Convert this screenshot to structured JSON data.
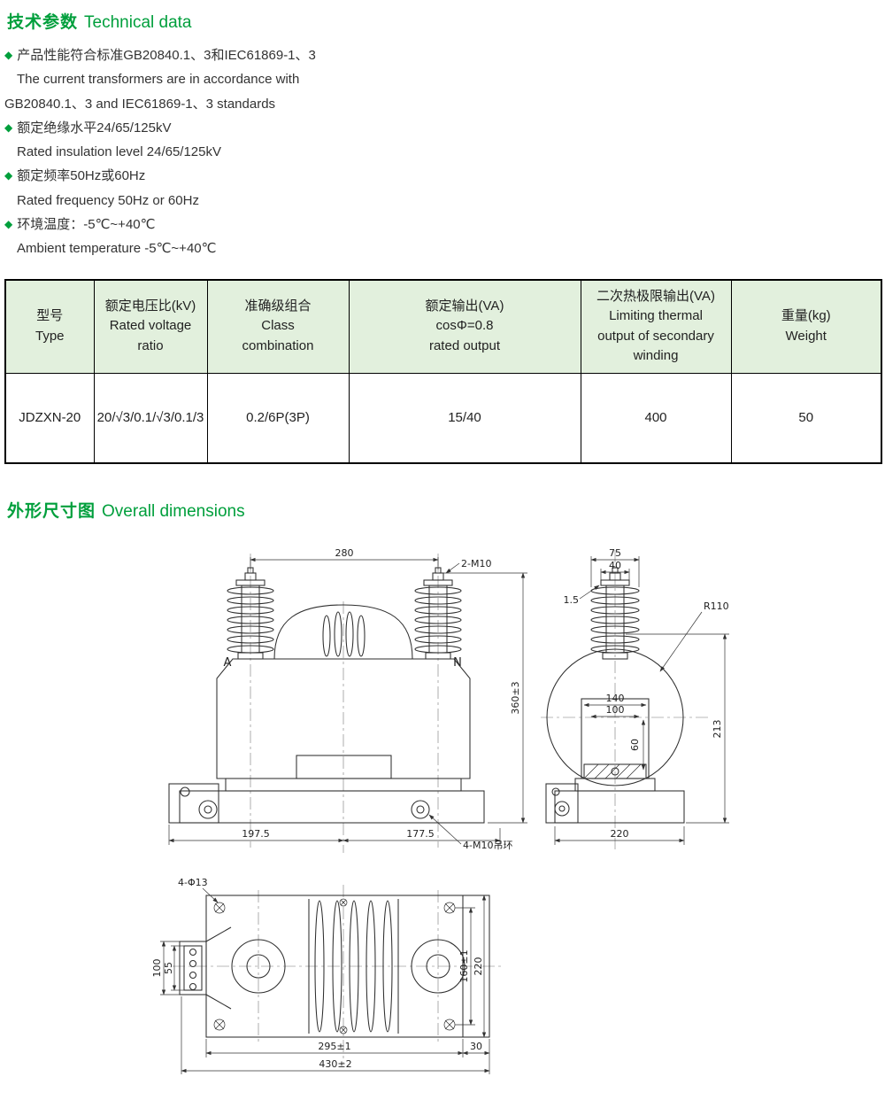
{
  "bullet_glyph": "◆",
  "sections": {
    "tech": {
      "zh": "技术参数",
      "en": "Technical data"
    },
    "dims": {
      "zh": "外形尺寸图",
      "en": "Overall dimensions"
    }
  },
  "specs": [
    {
      "style": "bullet",
      "text": "产品性能符合标准GB20840.1、3和IEC61869-1、3"
    },
    {
      "style": "indent",
      "text": "The current transformers are in accordance with"
    },
    {
      "style": "flush",
      "text": "GB20840.1、3 and IEC61869-1、3 standards"
    },
    {
      "style": "bullet",
      "text": "额定绝缘水平24/65/125kV"
    },
    {
      "style": "indent",
      "text": "Rated insulation level 24/65/125kV"
    },
    {
      "style": "bullet",
      "text": "额定频率50Hz或60Hz"
    },
    {
      "style": "indent",
      "text": "Rated frequency 50Hz or 60Hz"
    },
    {
      "style": "bullet",
      "text": "环境温度：-5℃~+40℃"
    },
    {
      "style": "indent",
      "text": "Ambient temperature -5℃~+40℃"
    }
  ],
  "table": {
    "headers": [
      [
        "型号",
        "Type"
      ],
      [
        "额定电压比(kV)",
        "Rated voltage",
        "ratio"
      ],
      [
        "准确级组合",
        "Class",
        "combination"
      ],
      [
        "额定输出(VA)",
        "cosΦ=0.8",
        "rated output"
      ],
      [
        "二次热极限输出(VA)",
        "Limiting thermal",
        "output of secondary",
        "winding"
      ],
      [
        "重量(kg)",
        "Weight"
      ]
    ],
    "row": [
      "JDZXN-20",
      "20/√3/0.1/√3/0.1/3",
      "0.2/6P(3P)",
      "15/40",
      "400",
      "50"
    ]
  },
  "drawing": {
    "front": {
      "dim_width": "280",
      "terminal_label": "2-M10",
      "phase_a": "A",
      "phase_n": "N",
      "dim_height": "360±3",
      "dim_left": "197.5",
      "dim_right": "177.5",
      "lifting_label": "4-M10吊环"
    },
    "side": {
      "dim_fins": "75",
      "dim_cap": "40",
      "dim_washer": "1.5",
      "radius_label": "R110",
      "dim_w140": "140",
      "dim_w100": "100",
      "dim_h60": "60",
      "dim_h213": "213",
      "dim_base": "220"
    },
    "bottom": {
      "holes_label": "4-Φ13",
      "dim_100": "100",
      "dim_55": "55",
      "dim_160": "160±1",
      "dim_220": "220",
      "dim_295": "295±1",
      "dim_30": "30",
      "dim_430": "430±2"
    }
  }
}
